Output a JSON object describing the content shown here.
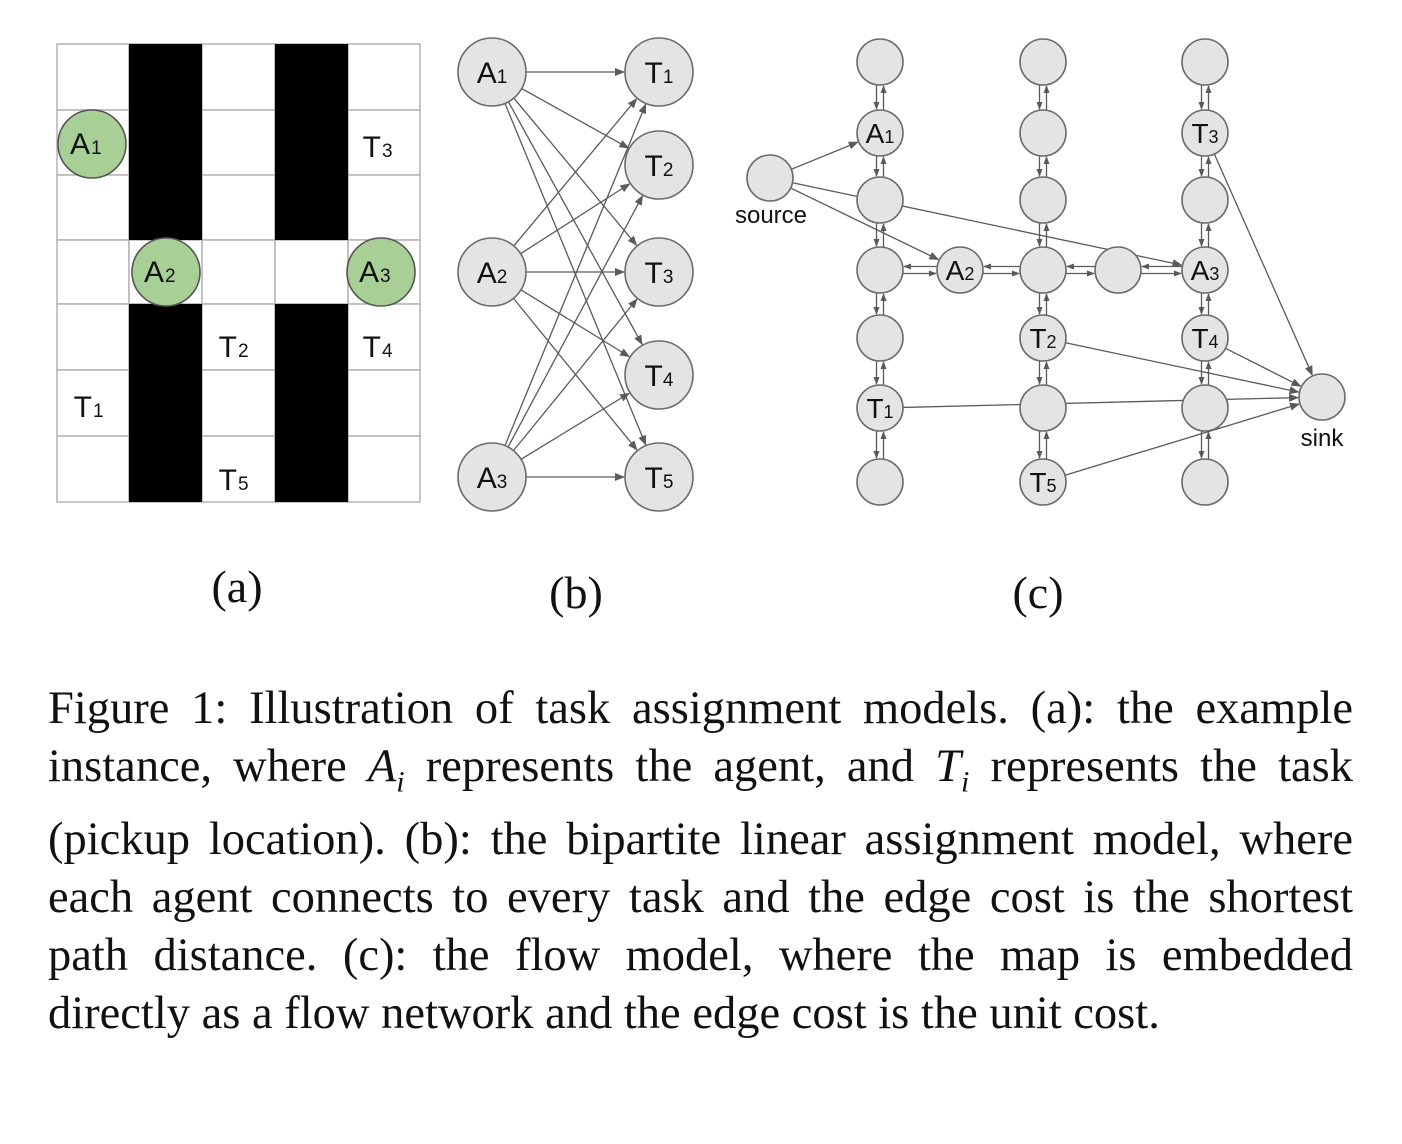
{
  "panel_a": {
    "agents": [
      {
        "label": "A",
        "sub": "1"
      },
      {
        "label": "A",
        "sub": "2"
      },
      {
        "label": "A",
        "sub": "3"
      }
    ],
    "tasks": [
      {
        "label": "T",
        "sub": "1"
      },
      {
        "label": "T",
        "sub": "2"
      },
      {
        "label": "T",
        "sub": "3"
      },
      {
        "label": "T",
        "sub": "4"
      },
      {
        "label": "T",
        "sub": "5"
      }
    ],
    "colors": {
      "agent_fill": "#a8cf96",
      "obstacle": "#000000",
      "grid_line": "#b4b4b4"
    }
  },
  "panel_b": {
    "agents": [
      "A1",
      "A2",
      "A3"
    ],
    "tasks": [
      "T1",
      "T2",
      "T3",
      "T4",
      "T5"
    ]
  },
  "panel_c": {
    "source_label": "source",
    "sink_label": "sink",
    "node_labels": {
      "A1": {
        "label": "A",
        "sub": "1"
      },
      "A2": {
        "label": "A",
        "sub": "2"
      },
      "A3": {
        "label": "A",
        "sub": "3"
      },
      "T1": {
        "label": "T",
        "sub": "1"
      },
      "T2": {
        "label": "T",
        "sub": "2"
      },
      "T3": {
        "label": "T",
        "sub": "3"
      },
      "T4": {
        "label": "T",
        "sub": "4"
      },
      "T5": {
        "label": "T",
        "sub": "5"
      }
    }
  },
  "panel_labels": {
    "a": "(a)",
    "b": "(b)",
    "c": "(c)"
  },
  "caption": {
    "p1": "Figure 1: Illustration of task assignment models. (a): the example instance, where ",
    "ai": "A",
    "ai_sub": "i",
    "p2": " represents the agent, and ",
    "ti": "T",
    "ti_sub": "i",
    "p3": " represents the task (pickup location). (b): the bipartite linear assignment model, where each agent connects to every task and the edge cost is the shortest path distance. (c): the flow model, where the map is embedded directly as a flow network and the edge cost is the unit cost."
  }
}
